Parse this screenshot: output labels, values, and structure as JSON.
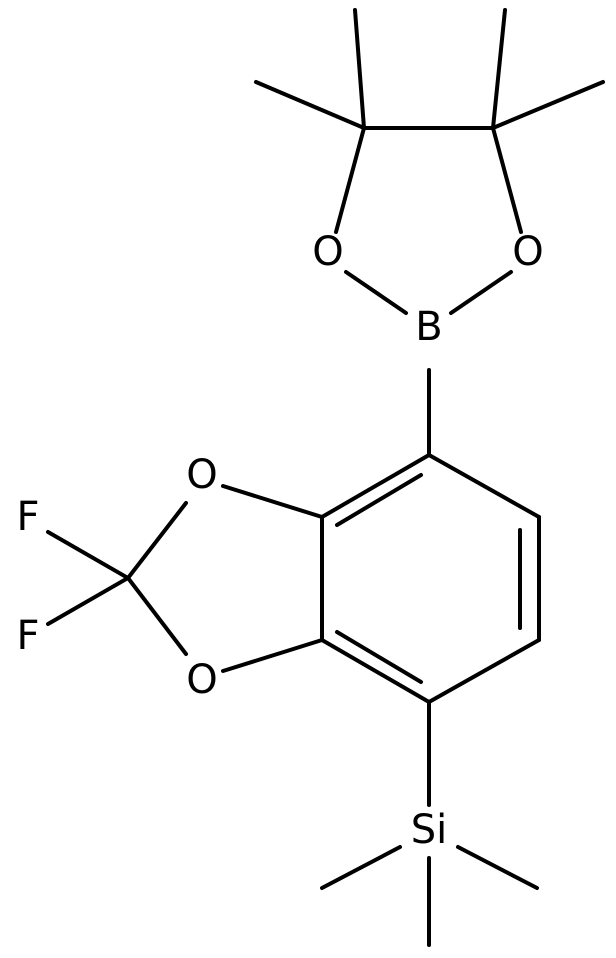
{
  "colors": {
    "background": "#ffffff",
    "bonds": "#000000",
    "labels": "#000000"
  },
  "atoms": {
    "o_pinacol_left": "O",
    "o_pinacol_right": "O",
    "boron": "B",
    "o_dioxole_top": "O",
    "o_dioxole_bottom": "O",
    "fluorine_top": "F",
    "fluorine_bottom": "F",
    "silicon": "Si"
  }
}
